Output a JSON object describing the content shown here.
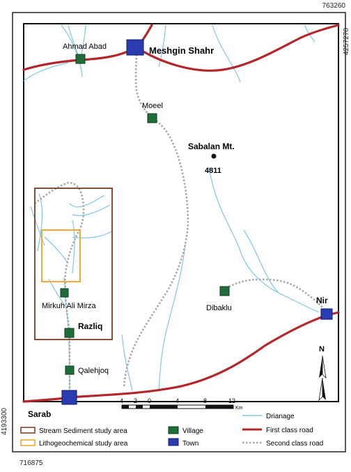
{
  "coords": {
    "top_right": "763260",
    "right_vertical": "4257270",
    "bottom_left": "716875",
    "left_vertical": "4193300"
  },
  "places": {
    "meshgin_shahr": "Meshgin Shahr",
    "ahmad_abad": "Ahmad Abad",
    "moeel": "Moeel",
    "sabalan": "Sabalan Mt.",
    "sabalan_height": "4811",
    "dibaklu": "Dibaklu",
    "nir": "Nir",
    "mirkuh": "Mirkuh Ali Mirza",
    "razliq": "Razliq",
    "qalehjoq": "Qalehjoq",
    "sarab": "Sarab"
  },
  "scale": {
    "ticks": [
      "4",
      "2",
      "0",
      "4",
      "8",
      "12"
    ],
    "unit": "Km"
  },
  "north": "N",
  "legend": {
    "stream_sediment": "Stream Sediment study area",
    "lithogeochemical": "Lithogeochemical study area",
    "village": "Village",
    "town": "Town",
    "drainage": "Drianage",
    "first_road": "First class road",
    "second_road": "Second class road"
  },
  "colors": {
    "first_road": "#b5262b",
    "second_road": "#a8a8a8",
    "drainage": "#7fc6e8",
    "village": "#1f6e3a",
    "town": "#2a3db0",
    "stream_box": "#7a3b1f",
    "litho_box": "#f0a020"
  }
}
